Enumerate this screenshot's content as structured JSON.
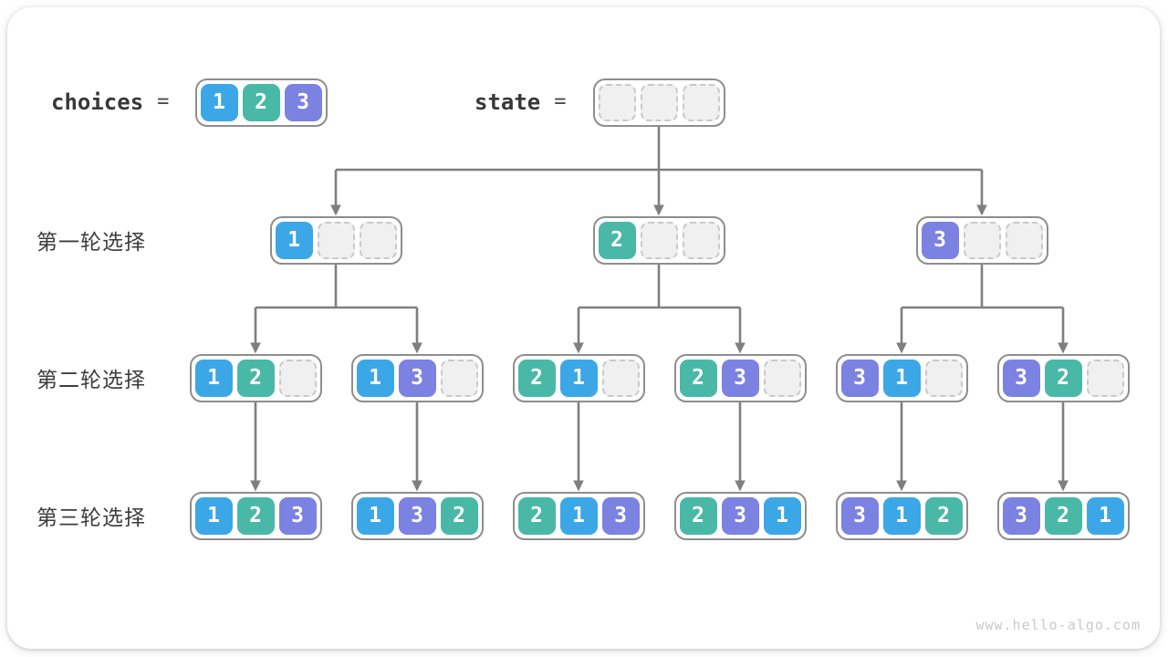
{
  "palette": {
    "1": "#3CA7E6",
    "2": "#49B8A7",
    "3": "#7B82E2",
    "arrow": "#7F7F7F",
    "node_border": "#8E8E8E",
    "empty_fill": "#F0F0F0",
    "empty_border": "#C9C9C9",
    "text": "#3D3D3D",
    "watermark": "#C9C9C9"
  },
  "header": {
    "choices_label": "choices",
    "choices_equals": "=",
    "choices_values": [
      "1",
      "2",
      "3"
    ],
    "state_label": "state",
    "state_equals": "=",
    "state_values": [
      null,
      null,
      null
    ]
  },
  "rows": [
    {
      "label": "第一轮选择",
      "nodes": [
        [
          "1",
          null,
          null
        ],
        [
          "2",
          null,
          null
        ],
        [
          "3",
          null,
          null
        ]
      ]
    },
    {
      "label": "第二轮选择",
      "nodes": [
        [
          "1",
          "2",
          null
        ],
        [
          "1",
          "3",
          null
        ],
        [
          "2",
          "1",
          null
        ],
        [
          "2",
          "3",
          null
        ],
        [
          "3",
          "1",
          null
        ],
        [
          "3",
          "2",
          null
        ]
      ]
    },
    {
      "label": "第三轮选择",
      "nodes": [
        [
          "1",
          "2",
          "3"
        ],
        [
          "1",
          "3",
          "2"
        ],
        [
          "2",
          "1",
          "3"
        ],
        [
          "2",
          "3",
          "1"
        ],
        [
          "3",
          "1",
          "2"
        ],
        [
          "3",
          "2",
          "1"
        ]
      ]
    }
  ],
  "watermark_text": "www.hello-algo.com"
}
